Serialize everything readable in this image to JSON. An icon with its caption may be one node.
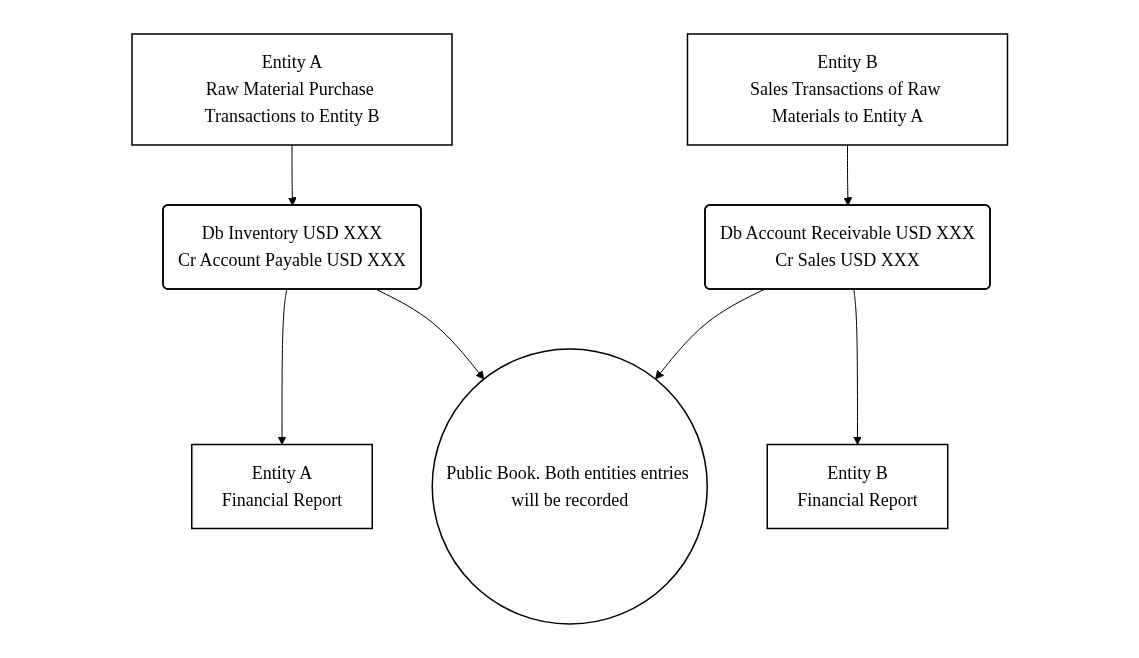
{
  "diagram": {
    "nodes": [
      {
        "text": [
          "Entity A",
          "Raw Material Purchase Transactions to Entity B"
        ]
      },
      {
        "text": [
          "Entity B",
          "Sales Transactions of Raw Materials to Entity A"
        ]
      },
      {
        "text": [
          "Db Inventory USD XXX",
          "Cr Account Payable USD XXX"
        ]
      },
      {
        "text": [
          "Db Account Receivable USD XXX",
          "Cr Sales USD XXX"
        ]
      },
      {
        "text": [
          "Entity A",
          "Financial Report"
        ]
      },
      {
        "text": [
          "Public Book. Both entities entries will be recorded"
        ]
      },
      {
        "text": [
          "Entity B",
          "Financial Report"
        ]
      }
    ],
    "edges": [
      {
        "from": 0,
        "to": 2,
        "arrow": "to"
      },
      {
        "from": 1,
        "to": 3,
        "arrow": "to"
      },
      {
        "from": 2,
        "to": 4,
        "arrow": "to"
      },
      {
        "from": 2,
        "to": 5,
        "arrow": "to"
      },
      {
        "from": 3,
        "to": 5,
        "arrow": "to"
      },
      {
        "from": 3,
        "to": 6,
        "arrow": "to"
      }
    ]
  }
}
